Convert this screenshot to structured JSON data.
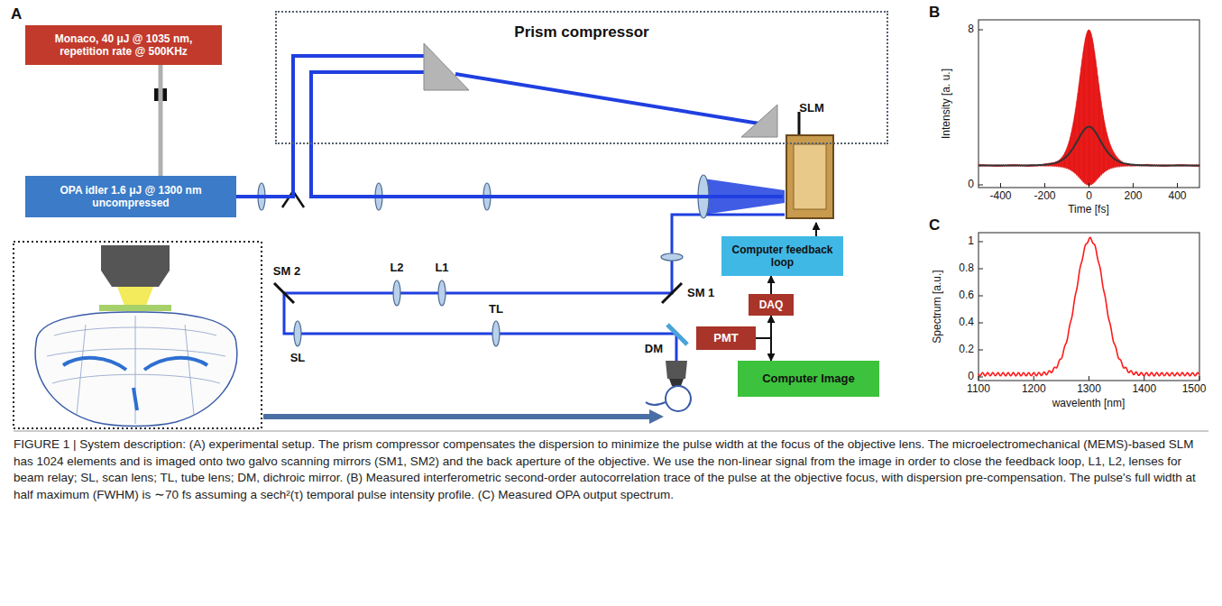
{
  "diagram": {
    "caption": "FIGURE 1 | System description: (A) experimental setup. The prism compressor compensates the dispersion to minimize the pulse width at the focus of the objective lens. The microelectromechanical (MEMS)-based SLM has 1024 elements and is imaged onto two galvo scanning mirrors (SM1, SM2) and the back aperture of the objective. We use the non-linear signal from the image in order to close the feedback loop, L1, L2, lenses for beam relay; SL, scan lens; TL, tube lens; DM, dichroic mirror. (B) Measured interferometric second-order autocorrelation trace of the pulse at the objective focus, with dispersion pre-compensation. The pulse's full width at half maximum (FWHM) is ∼70 fs assuming a sech²(τ) temporal pulse intensity profile. (C) Measured OPA output spectrum.",
    "nodes": [
      {
        "text": [
          "Monaco, 40 μJ @ 1035 nm, repetition rate @ 500KHz"
        ]
      },
      {
        "text": [
          "OPA idler 1.6 μJ @ 1300 nm uncompressed"
        ]
      },
      {
        "text": [
          "Prism compressor"
        ]
      },
      {
        "text": [
          "SLM"
        ]
      },
      {
        "text": [
          "Computer feedback loop"
        ]
      },
      {
        "text": [
          "DAQ"
        ]
      },
      {
        "text": [
          "PMT"
        ]
      },
      {
        "text": [
          "Computer Image"
        ]
      }
    ],
    "edges": [
      {
        "from": 0,
        "to": 1,
        "arrow": "none"
      },
      {
        "from": 1,
        "to": 2,
        "arrow": "none"
      },
      {
        "from": 2,
        "to": 3,
        "arrow": "none"
      },
      {
        "from": 4,
        "to": 3,
        "arrow": "to"
      },
      {
        "from": 5,
        "to": 4,
        "arrow": "to"
      },
      {
        "from": 6,
        "to": 5,
        "arrow": "to"
      },
      {
        "from": 6,
        "to": 7,
        "arrow": "to"
      }
    ],
    "labels": [
      "A",
      "SM 2",
      "L2",
      "L1",
      "SM 1",
      "SL",
      "TL",
      "DM",
      "B",
      "8",
      "0",
      "-400",
      "-200",
      "0",
      "200",
      "400",
      "Time [fs]",
      "Intensity [a. u.]",
      "C",
      "1",
      "0.8",
      "0.6",
      "0.4",
      "0.2",
      "0",
      "1100",
      "1200",
      "1300",
      "1400",
      "1500",
      "wavelenth [nm]",
      "Spectrum [a.u.]"
    ]
  }
}
